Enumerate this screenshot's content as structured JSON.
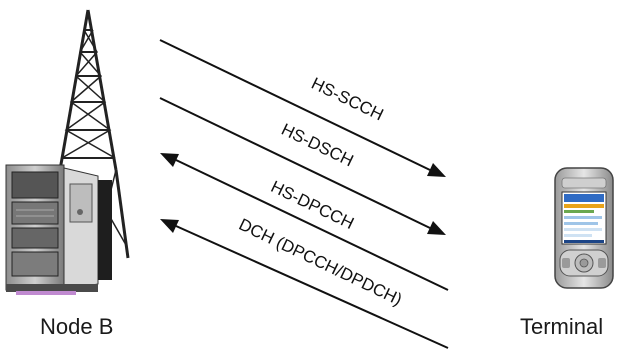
{
  "nodes": {
    "left": {
      "label": "Node B"
    },
    "right": {
      "label": "Terminal"
    }
  },
  "channels": [
    {
      "label": "HS-SCCH",
      "direction": "downlink"
    },
    {
      "label": "HS-DSCH",
      "direction": "downlink"
    },
    {
      "label": "HS-DPCCH",
      "direction": "uplink"
    },
    {
      "label": "DCH (DPCCH/DPDCH)",
      "direction": "uplink"
    }
  ],
  "colors": {
    "line": "#111111",
    "text": "#111111",
    "background": "#ffffff"
  }
}
